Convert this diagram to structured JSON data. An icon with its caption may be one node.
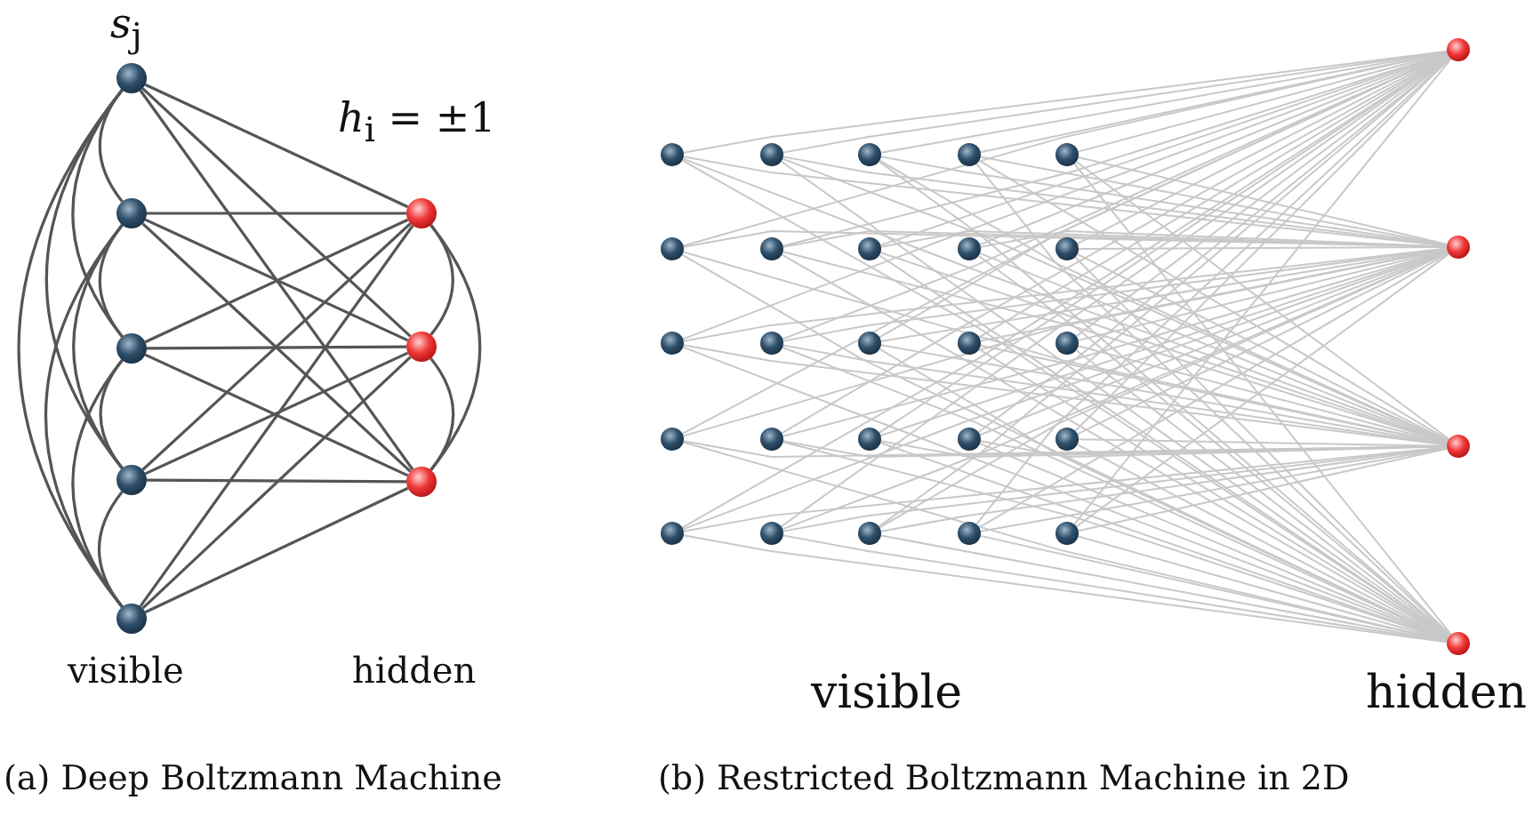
{
  "diagram": {
    "nodes": [
      {
        "text": [],
        "shape": "circle"
      },
      {
        "text": [],
        "shape": "circle"
      },
      {
        "text": [],
        "shape": "circle"
      },
      {
        "text": [],
        "shape": "circle"
      },
      {
        "text": [],
        "shape": "circle"
      },
      {
        "text": [],
        "shape": "circle"
      },
      {
        "text": [],
        "shape": "circle"
      },
      {
        "text": [],
        "shape": "circle"
      },
      {
        "text": [],
        "shape": "circle"
      },
      {
        "text": [],
        "shape": "circle"
      },
      {
        "text": [],
        "shape": "circle"
      },
      {
        "text": [],
        "shape": "circle"
      },
      {
        "text": [],
        "shape": "circle"
      },
      {
        "text": [],
        "shape": "circle"
      },
      {
        "text": [],
        "shape": "circle"
      },
      {
        "text": [],
        "shape": "circle"
      },
      {
        "text": [],
        "shape": "circle"
      },
      {
        "text": [],
        "shape": "circle"
      },
      {
        "text": [],
        "shape": "circle"
      },
      {
        "text": [],
        "shape": "circle"
      },
      {
        "text": [],
        "shape": "circle"
      },
      {
        "text": [],
        "shape": "circle"
      },
      {
        "text": [],
        "shape": "circle"
      },
      {
        "text": [],
        "shape": "circle"
      },
      {
        "text": [],
        "shape": "circle"
      },
      {
        "text": [],
        "shape": "circle"
      },
      {
        "text": [],
        "shape": "circle"
      },
      {
        "text": [],
        "shape": "circle"
      },
      {
        "text": [],
        "shape": "circle"
      },
      {
        "text": [],
        "shape": "circle"
      },
      {
        "text": [],
        "shape": "circle"
      },
      {
        "text": [],
        "shape": "circle"
      },
      {
        "text": [],
        "shape": "circle"
      },
      {
        "text": [],
        "shape": "circle"
      },
      {
        "text": [],
        "shape": "circle"
      },
      {
        "text": [],
        "shape": "circle"
      },
      {
        "text": [],
        "shape": "circle"
      }
    ],
    "edges": [
      {
        "from": 0,
        "to": 1,
        "arrow": "none",
        "color": "#555555"
      },
      {
        "from": 0,
        "to": 2,
        "arrow": "none",
        "color": "#555555"
      },
      {
        "from": 0,
        "to": 3,
        "arrow": "none",
        "color": "#555555"
      },
      {
        "from": 0,
        "to": 4,
        "arrow": "none",
        "color": "#555555"
      },
      {
        "from": 1,
        "to": 2,
        "arrow": "none",
        "color": "#555555"
      },
      {
        "from": 1,
        "to": 3,
        "arrow": "none",
        "color": "#555555"
      },
      {
        "from": 1,
        "to": 4,
        "arrow": "none",
        "color": "#555555"
      },
      {
        "from": 2,
        "to": 3,
        "arrow": "none",
        "color": "#555555"
      },
      {
        "from": 2,
        "to": 4,
        "arrow": "none",
        "color": "#555555"
      },
      {
        "from": 3,
        "to": 4,
        "arrow": "none",
        "color": "#555555"
      },
      {
        "from": 0,
        "to": 5,
        "arrow": "none",
        "color": "#555555"
      },
      {
        "from": 0,
        "to": 6,
        "arrow": "none",
        "color": "#555555"
      },
      {
        "from": 0,
        "to": 7,
        "arrow": "none",
        "color": "#555555"
      },
      {
        "from": 1,
        "to": 5,
        "arrow": "none",
        "color": "#555555"
      },
      {
        "from": 1,
        "to": 6,
        "arrow": "none",
        "color": "#555555"
      },
      {
        "from": 1,
        "to": 7,
        "arrow": "none",
        "color": "#555555"
      },
      {
        "from": 2,
        "to": 5,
        "arrow": "none",
        "color": "#555555"
      },
      {
        "from": 2,
        "to": 6,
        "arrow": "none",
        "color": "#555555"
      },
      {
        "from": 2,
        "to": 7,
        "arrow": "none",
        "color": "#555555"
      },
      {
        "from": 3,
        "to": 5,
        "arrow": "none",
        "color": "#555555"
      },
      {
        "from": 3,
        "to": 6,
        "arrow": "none",
        "color": "#555555"
      },
      {
        "from": 3,
        "to": 7,
        "arrow": "none",
        "color": "#555555"
      },
      {
        "from": 4,
        "to": 5,
        "arrow": "none",
        "color": "#555555"
      },
      {
        "from": 4,
        "to": 6,
        "arrow": "none",
        "color": "#555555"
      },
      {
        "from": 4,
        "to": 7,
        "arrow": "none",
        "color": "#555555"
      },
      {
        "from": 5,
        "to": 6,
        "arrow": "none",
        "color": "#555555"
      },
      {
        "from": 5,
        "to": 7,
        "arrow": "none",
        "color": "#555555"
      },
      {
        "from": 6,
        "to": 7,
        "arrow": "none",
        "color": "#555555"
      },
      {
        "from": 8,
        "to": 33,
        "arrow": "none"
      },
      {
        "from": 8,
        "to": 34,
        "arrow": "none"
      },
      {
        "from": 8,
        "to": 35,
        "arrow": "none"
      },
      {
        "from": 8,
        "to": 36,
        "arrow": "none"
      },
      {
        "from": 9,
        "to": 33,
        "arrow": "none"
      },
      {
        "from": 9,
        "to": 34,
        "arrow": "none"
      },
      {
        "from": 9,
        "to": 35,
        "arrow": "none"
      },
      {
        "from": 9,
        "to": 36,
        "arrow": "none"
      },
      {
        "from": 10,
        "to": 33,
        "arrow": "none"
      },
      {
        "from": 10,
        "to": 34,
        "arrow": "none"
      },
      {
        "from": 10,
        "to": 35,
        "arrow": "none"
      },
      {
        "from": 10,
        "to": 36,
        "arrow": "none"
      },
      {
        "from": 11,
        "to": 33,
        "arrow": "none"
      },
      {
        "from": 11,
        "to": 34,
        "arrow": "none"
      },
      {
        "from": 11,
        "to": 35,
        "arrow": "none"
      },
      {
        "from": 11,
        "to": 36,
        "arrow": "none"
      },
      {
        "from": 12,
        "to": 33,
        "arrow": "none"
      },
      {
        "from": 12,
        "to": 34,
        "arrow": "none"
      },
      {
        "from": 12,
        "to": 35,
        "arrow": "none"
      },
      {
        "from": 12,
        "to": 36,
        "arrow": "none"
      },
      {
        "from": 13,
        "to": 33,
        "arrow": "none"
      },
      {
        "from": 13,
        "to": 34,
        "arrow": "none"
      },
      {
        "from": 13,
        "to": 35,
        "arrow": "none"
      },
      {
        "from": 13,
        "to": 36,
        "arrow": "none"
      },
      {
        "from": 14,
        "to": 33,
        "arrow": "none"
      },
      {
        "from": 14,
        "to": 34,
        "arrow": "none"
      },
      {
        "from": 14,
        "to": 35,
        "arrow": "none"
      },
      {
        "from": 14,
        "to": 36,
        "arrow": "none"
      },
      {
        "from": 15,
        "to": 33,
        "arrow": "none"
      },
      {
        "from": 15,
        "to": 34,
        "arrow": "none"
      },
      {
        "from": 15,
        "to": 35,
        "arrow": "none"
      },
      {
        "from": 15,
        "to": 36,
        "arrow": "none"
      },
      {
        "from": 16,
        "to": 33,
        "arrow": "none"
      },
      {
        "from": 16,
        "to": 34,
        "arrow": "none"
      },
      {
        "from": 16,
        "to": 35,
        "arrow": "none"
      },
      {
        "from": 16,
        "to": 36,
        "arrow": "none"
      },
      {
        "from": 17,
        "to": 33,
        "arrow": "none"
      },
      {
        "from": 17,
        "to": 34,
        "arrow": "none"
      },
      {
        "from": 17,
        "to": 35,
        "arrow": "none"
      },
      {
        "from": 17,
        "to": 36,
        "arrow": "none"
      },
      {
        "from": 18,
        "to": 33,
        "arrow": "none"
      },
      {
        "from": 18,
        "to": 34,
        "arrow": "none"
      },
      {
        "from": 18,
        "to": 35,
        "arrow": "none"
      },
      {
        "from": 18,
        "to": 36,
        "arrow": "none"
      },
      {
        "from": 19,
        "to": 33,
        "arrow": "none"
      },
      {
        "from": 19,
        "to": 34,
        "arrow": "none"
      },
      {
        "from": 19,
        "to": 35,
        "arrow": "none"
      },
      {
        "from": 19,
        "to": 36,
        "arrow": "none"
      },
      {
        "from": 20,
        "to": 33,
        "arrow": "none"
      },
      {
        "from": 20,
        "to": 34,
        "arrow": "none"
      },
      {
        "from": 20,
        "to": 35,
        "arrow": "none"
      },
      {
        "from": 20,
        "to": 36,
        "arrow": "none"
      },
      {
        "from": 21,
        "to": 33,
        "arrow": "none"
      },
      {
        "from": 21,
        "to": 34,
        "arrow": "none"
      },
      {
        "from": 21,
        "to": 35,
        "arrow": "none"
      },
      {
        "from": 21,
        "to": 36,
        "arrow": "none"
      },
      {
        "from": 22,
        "to": 33,
        "arrow": "none"
      },
      {
        "from": 22,
        "to": 34,
        "arrow": "none"
      },
      {
        "from": 22,
        "to": 35,
        "arrow": "none"
      },
      {
        "from": 22,
        "to": 36,
        "arrow": "none"
      },
      {
        "from": 23,
        "to": 33,
        "arrow": "none"
      },
      {
        "from": 23,
        "to": 34,
        "arrow": "none"
      },
      {
        "from": 23,
        "to": 35,
        "arrow": "none"
      },
      {
        "from": 23,
        "to": 36,
        "arrow": "none"
      },
      {
        "from": 24,
        "to": 33,
        "arrow": "none"
      },
      {
        "from": 24,
        "to": 34,
        "arrow": "none"
      },
      {
        "from": 24,
        "to": 35,
        "arrow": "none"
      },
      {
        "from": 24,
        "to": 36,
        "arrow": "none"
      },
      {
        "from": 25,
        "to": 33,
        "arrow": "none"
      },
      {
        "from": 25,
        "to": 34,
        "arrow": "none"
      },
      {
        "from": 25,
        "to": 35,
        "arrow": "none"
      },
      {
        "from": 25,
        "to": 36,
        "arrow": "none"
      },
      {
        "from": 26,
        "to": 33,
        "arrow": "none"
      },
      {
        "from": 26,
        "to": 34,
        "arrow": "none"
      },
      {
        "from": 26,
        "to": 35,
        "arrow": "none"
      },
      {
        "from": 26,
        "to": 36,
        "arrow": "none"
      },
      {
        "from": 27,
        "to": 33,
        "arrow": "none"
      },
      {
        "from": 27,
        "to": 34,
        "arrow": "none"
      },
      {
        "from": 27,
        "to": 35,
        "arrow": "none"
      },
      {
        "from": 27,
        "to": 36,
        "arrow": "none"
      },
      {
        "from": 28,
        "to": 33,
        "arrow": "none"
      },
      {
        "from": 28,
        "to": 34,
        "arrow": "none"
      },
      {
        "from": 28,
        "to": 35,
        "arrow": "none"
      },
      {
        "from": 28,
        "to": 36,
        "arrow": "none"
      },
      {
        "from": 29,
        "to": 33,
        "arrow": "none"
      },
      {
        "from": 29,
        "to": 34,
        "arrow": "none"
      },
      {
        "from": 29,
        "to": 35,
        "arrow": "none"
      },
      {
        "from": 29,
        "to": 36,
        "arrow": "none"
      },
      {
        "from": 30,
        "to": 33,
        "arrow": "none"
      },
      {
        "from": 30,
        "to": 34,
        "arrow": "none"
      },
      {
        "from": 30,
        "to": 35,
        "arrow": "none"
      },
      {
        "from": 30,
        "to": 36,
        "arrow": "none"
      },
      {
        "from": 31,
        "to": 33,
        "arrow": "none"
      },
      {
        "from": 31,
        "to": 34,
        "arrow": "none"
      },
      {
        "from": 31,
        "to": 35,
        "arrow": "none"
      },
      {
        "from": 31,
        "to": 36,
        "arrow": "none"
      },
      {
        "from": 32,
        "to": 33,
        "arrow": "none"
      },
      {
        "from": 32,
        "to": 34,
        "arrow": "none"
      },
      {
        "from": 32,
        "to": 35,
        "arrow": "none"
      },
      {
        "from": 32,
        "to": 36,
        "arrow": "none"
      }
    ],
    "labels": [
      "*s*$_{j}$",
      "*h*$_{i}$ = ±1",
      "visible",
      "hidden",
      "visible",
      "hidden",
      "(a) Deep Boltzmann Machine",
      "(b) Restricted Boltzmann Machine in 2D"
    ]
  }
}
